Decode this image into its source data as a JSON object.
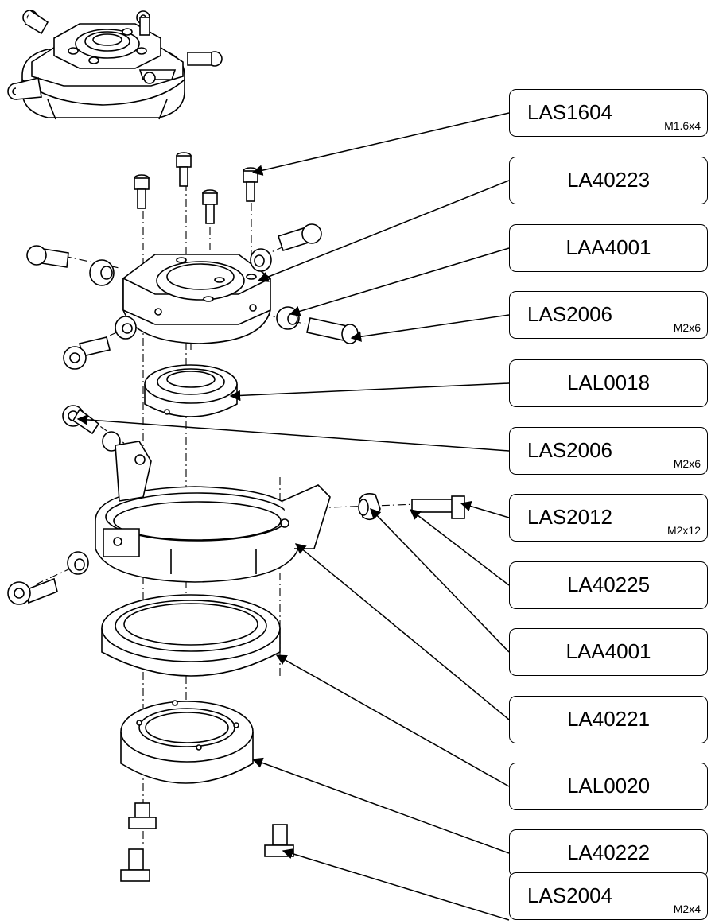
{
  "callouts": [
    {
      "part": "LAS1604",
      "size": "M1.6x4"
    },
    {
      "part": "LA40223",
      "size": ""
    },
    {
      "part": "LAA4001",
      "size": ""
    },
    {
      "part": "LAS2006",
      "size": "M2x6"
    },
    {
      "part": "LAL0018",
      "size": ""
    },
    {
      "part": "LAS2006",
      "size": "M2x6"
    },
    {
      "part": "LAS2012",
      "size": "M2x12"
    },
    {
      "part": "LA40225",
      "size": ""
    },
    {
      "part": "LAA4001",
      "size": ""
    },
    {
      "part": "LA40221",
      "size": ""
    },
    {
      "part": "LAL0020",
      "size": ""
    },
    {
      "part": "LA40222",
      "size": ""
    },
    {
      "part": "LAS2004",
      "size": "M2x4"
    }
  ]
}
